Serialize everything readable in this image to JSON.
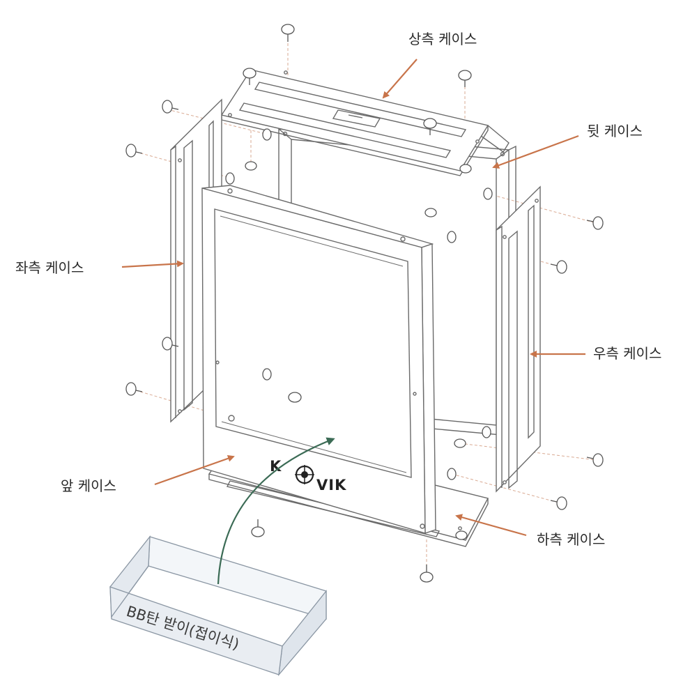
{
  "labels": {
    "top_case": "상측 케이스",
    "back_case": "뒷 케이스",
    "left_case": "좌측 케이스",
    "right_case": "우측 케이스",
    "front_case": "앞 케이스",
    "bottom_case": "하측 케이스",
    "tray": "BB탄 받이(접이식)"
  },
  "brand": {
    "left": "K",
    "right": "VIK"
  },
  "colors": {
    "line": "#6a6a6a",
    "arrow": "#c8744a",
    "dash": "#d9a991",
    "tray_fill": "#e9edf2",
    "tray_arrow": "#3b6b55"
  }
}
